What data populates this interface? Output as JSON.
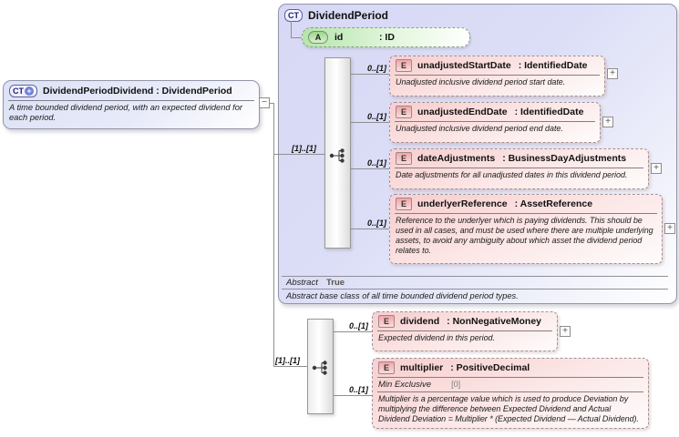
{
  "colors": {
    "base_type_fill": "#dcdef7",
    "element_fill": "#f8d2d2",
    "attribute_fill": "#b4e5aa",
    "connector_gray": "#8f8f8f"
  },
  "derived_type": {
    "icon": "CT",
    "icon_plus": "+",
    "title": "DividendPeriodDividend : DividendPeriod",
    "description": "A time bounded dividend period, with an expected dividend for each period.",
    "collapse_glyph": "−"
  },
  "base_type": {
    "icon": "CT",
    "title": "DividendPeriod",
    "attribute": {
      "icon": "A",
      "name": "id",
      "type": ": ID"
    },
    "sequence": {
      "cardinality": "[1]..[1]",
      "elements": [
        {
          "icon": "E",
          "name": "unadjustedStartDate",
          "type": ": IdentifiedDate",
          "cardinality": "0..[1]",
          "expand_glyph": "+",
          "description": "Unadjusted inclusive dividend period start date."
        },
        {
          "icon": "E",
          "name": "unadjustedEndDate",
          "type": ": IdentifiedDate",
          "cardinality": "0..[1]",
          "expand_glyph": "+",
          "description": "Unadjusted inclusive dividend period end date."
        },
        {
          "icon": "E",
          "name": "dateAdjustments",
          "type": ": BusinessDayAdjustments",
          "cardinality": "0..[1]",
          "expand_glyph": "+",
          "description": "Date adjustments for all unadjusted dates in this dividend period."
        },
        {
          "icon": "E",
          "name": "underlyerReference",
          "type": ": AssetReference",
          "cardinality": "0..[1]",
          "expand_glyph": "+",
          "description": "Reference to the underlyer which is paying dividends. This should be used in all cases, and must be used where there are multiple underlying assets, to avoid any ambiguity about which asset the dividend period relates to."
        }
      ]
    },
    "properties": {
      "abstract_label": "Abstract",
      "abstract_value": "True"
    },
    "footer_description": "Abstract base class of all time bounded dividend period types."
  },
  "own_sequence": {
    "cardinality": "[1]..[1]",
    "elements": [
      {
        "icon": "E",
        "name": "dividend",
        "type": ": NonNegativeMoney",
        "cardinality": "0..[1]",
        "expand_glyph": "+",
        "description": "Expected dividend in this period."
      },
      {
        "icon": "E",
        "name": "multiplier",
        "type": ": PositiveDecimal",
        "cardinality": "0..[1]",
        "facet_label": "Min Exclusive",
        "facet_value": "[0]",
        "description": "Multiplier is a percentage value which is used to produce Deviation by multiplying the difference between Expected Dividend and Actual Dividend Deviation = Multiplier * (Expected Dividend — Actual Dividend)."
      }
    ]
  }
}
